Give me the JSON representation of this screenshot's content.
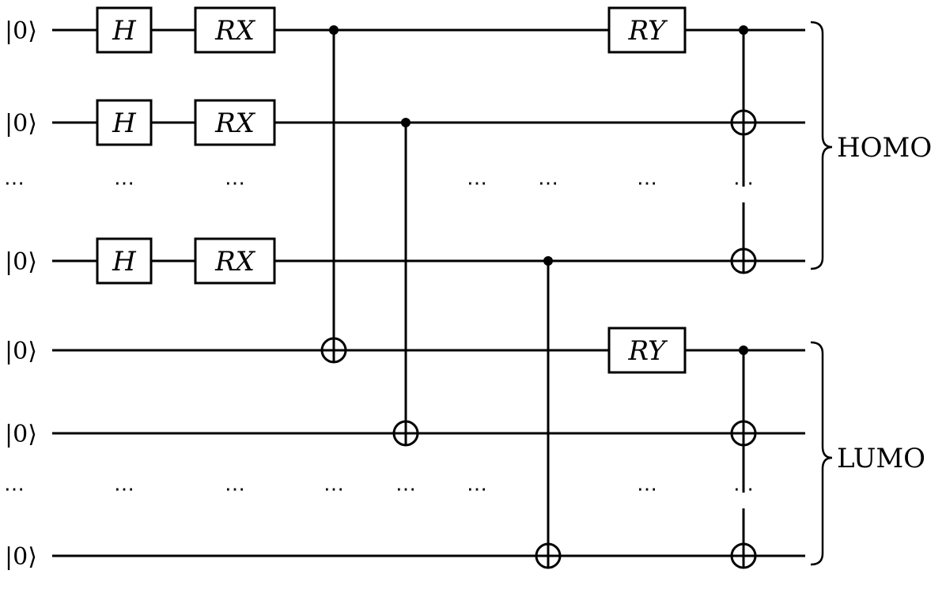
{
  "qubits": [
    {
      "initial_state": "|0⟩"
    },
    {
      "initial_state": "|0⟩"
    },
    {
      "initial_state": "⋯",
      "ellipsis": true
    },
    {
      "initial_state": "|0⟩"
    },
    {
      "initial_state": "|0⟩"
    },
    {
      "initial_state": "|0⟩"
    },
    {
      "initial_state": "⋯",
      "ellipsis": true
    },
    {
      "initial_state": "|0⟩"
    }
  ],
  "gates": [
    {
      "label": "H",
      "wire": 0,
      "column": 0
    },
    {
      "label": "H",
      "wire": 1,
      "column": 0
    },
    {
      "label": "H",
      "wire": 3,
      "column": 0
    },
    {
      "label": "RX",
      "wire": 0,
      "column": 1
    },
    {
      "label": "RX",
      "wire": 1,
      "column": 1
    },
    {
      "label": "RX",
      "wire": 3,
      "column": 1
    },
    {
      "label": "RY",
      "wire": 0,
      "column": 6
    },
    {
      "label": "RY",
      "wire": 4,
      "column": 6
    }
  ],
  "cnots": [
    {
      "control": 0,
      "target": 4,
      "column": 2
    },
    {
      "control": 1,
      "target": 5,
      "column": 3
    },
    {
      "control": 3,
      "target": 7,
      "column": 5
    },
    {
      "control": 0,
      "targets": [
        1,
        3
      ],
      "column": 7
    },
    {
      "control": 4,
      "targets": [
        5,
        7
      ],
      "column": 7
    }
  ],
  "ellipsis_symbol": "⋯",
  "ellipsis_marks": [
    {
      "row": 2,
      "columns": [
        0,
        1,
        4,
        5,
        6,
        7
      ]
    },
    {
      "row": 6,
      "columns": [
        0,
        1,
        2,
        3,
        4,
        6,
        7
      ]
    }
  ],
  "groups": [
    {
      "label": "HOMO",
      "from_wire": 0,
      "to_wire": 3
    },
    {
      "label": "LUMO",
      "from_wire": 4,
      "to_wire": 7
    }
  ]
}
